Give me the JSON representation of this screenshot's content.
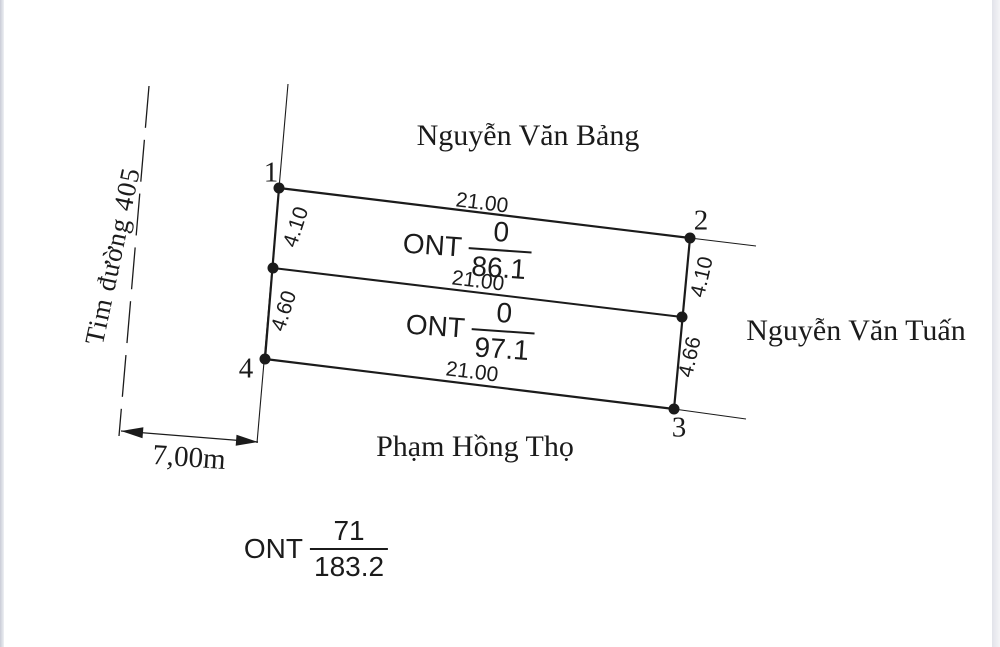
{
  "drawing": {
    "road_label": "Tim đường 405",
    "road_width_label": "7,00m",
    "neighbors": {
      "top": "Nguyễn Văn Bảng",
      "right": "Nguyễn Văn Tuấn",
      "bottom": "Phạm Hồng Thọ"
    },
    "corners": [
      {
        "id": "1"
      },
      {
        "id": "2"
      },
      {
        "id": "3"
      },
      {
        "id": "4"
      }
    ],
    "dimensions": {
      "top_edge": "21.00",
      "middle_edge": "21.00",
      "bottom_edge": "21.00",
      "left_upper": "4.10",
      "left_lower": "4.60",
      "right_upper": "4.10",
      "right_lower": "4.66"
    },
    "parcels": [
      {
        "land_type": "ONT",
        "lot_number": "0",
        "area": "86.1"
      },
      {
        "land_type": "ONT",
        "lot_number": "0",
        "area": "97.1"
      },
      {
        "land_type": "ONT",
        "lot_number": "71",
        "area": "183.2"
      }
    ],
    "colors": {
      "ink": "#1b1b1b",
      "paper": "#ffffff"
    }
  }
}
